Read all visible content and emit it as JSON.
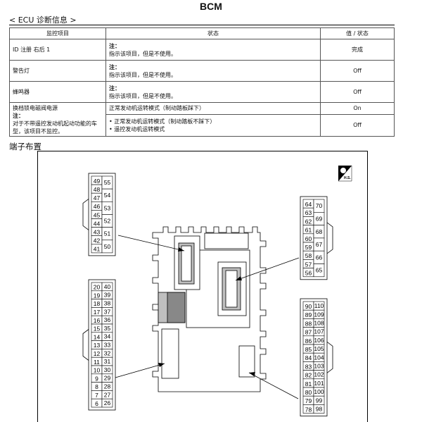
{
  "title": "BCM",
  "section_ecu": "< ECU 诊断信息 >",
  "table": {
    "headers": [
      "监控项目",
      "状态",
      "值 / 状态"
    ],
    "rows": [
      {
        "item": "ID 注册 右后 1",
        "note_label": "注：",
        "state": "指示该项目，但是不使用。",
        "value": "完成"
      },
      {
        "item": "警告灯",
        "note_label": "注：",
        "state": "指示该项目，但是不使用。",
        "value": "Off"
      },
      {
        "item": "蜂鸣器",
        "note_label": "注：",
        "state": "指示该项目，但是不使用。",
        "value": "Off"
      },
      {
        "item": "换档锁电磁阀电源",
        "item_note_label": "注：",
        "item_note": "对于不带遥控发动机起动功能的车型，该项目不监控。",
        "state_a": "正常发动机运转模式（制动踏板踩下）",
        "value_a": "On",
        "state_b1": "• 正常发动机运转模式（制动踏板不踩下）",
        "state_b2": "• 遥控发动机运转模式",
        "value_b": "Off"
      }
    ]
  },
  "section_terminal": "端子布置",
  "hs_label": "H.S.",
  "connectors": {
    "upper_left": {
      "left": [
        "49",
        "48",
        "47",
        "46",
        "45",
        "44",
        "43",
        "42",
        "41"
      ],
      "right": [
        "55",
        "54",
        "53",
        "52",
        "51",
        "50"
      ]
    },
    "upper_right": {
      "left": [
        "64",
        "63",
        "62",
        "61",
        "60",
        "59",
        "58",
        "57",
        "56"
      ],
      "right": [
        "70",
        "69",
        "68",
        "67",
        "66",
        "65"
      ]
    },
    "lower_left": {
      "left": [
        "20",
        "19",
        "18",
        "17",
        "16",
        "15",
        "14",
        "13",
        "12",
        "11",
        "10",
        "9",
        "8",
        "7",
        "6"
      ],
      "right": [
        "40",
        "39",
        "38",
        "37",
        "36",
        "35",
        "34",
        "33",
        "32",
        "31",
        "30",
        "29",
        "28",
        "27",
        "26"
      ]
    },
    "lower_right": {
      "left": [
        "90",
        "89",
        "88",
        "87",
        "86",
        "85",
        "84",
        "83",
        "82",
        "81",
        "80",
        "79",
        "78"
      ],
      "right": [
        "110",
        "109",
        "108",
        "107",
        "106",
        "105",
        "104",
        "103",
        "102",
        "101",
        "100",
        "99",
        "98"
      ]
    }
  },
  "colors": {
    "line": "#000000",
    "fill": "#bfbfbf",
    "fill_dark": "#888888"
  }
}
